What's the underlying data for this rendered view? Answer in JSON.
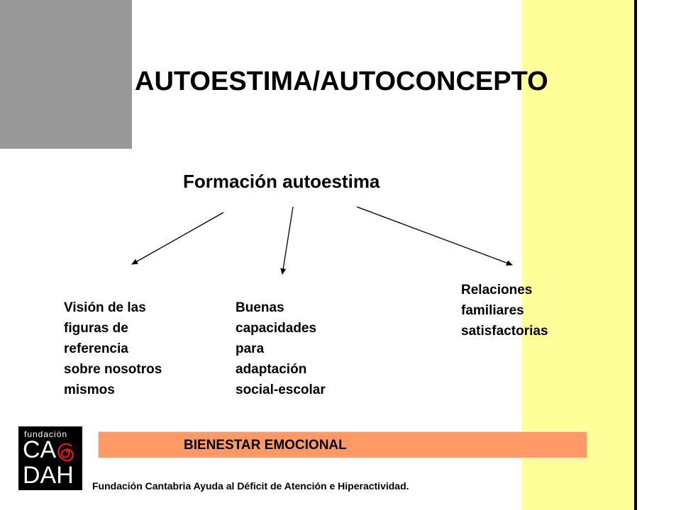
{
  "title": "AUTOESTIMA/AUTOCONCEPTO",
  "subtitle": "Formación autoestima",
  "branches": [
    "Visión de las\nfiguras de\nreferencia\nsobre nosotros\nmismos",
    "Buenas\ncapacidades\npara\nadaptación\nsocial-escolar",
    "Relaciones\nfamiliares\nsatisfactorias"
  ],
  "banner": "BIENESTAR EMOCIONAL",
  "logo": {
    "line1": "fundación",
    "line2": "CA",
    "line3": "DAH"
  },
  "footer": "Fundación Cantabria Ayuda al Déficit de Atención e Hiperactividad.",
  "colors": {
    "gray": "#999999",
    "yellow": "#ffff99",
    "banner": "#ff9966"
  }
}
